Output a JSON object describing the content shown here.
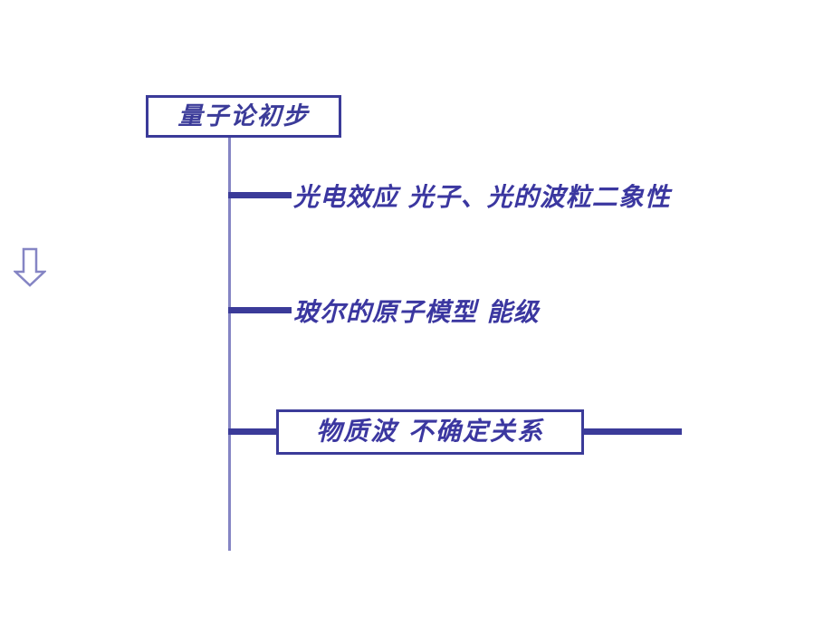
{
  "slide": {
    "title_box": {
      "label": "量子论初步"
    },
    "pointer_icon": "down-arrow-icon",
    "branches": [
      {
        "id": "photoelectric",
        "label": "光电效应 光子、光的波粒二象性",
        "boxed": false
      },
      {
        "id": "bohr-model",
        "label": "玻尔的原子模型 能级",
        "boxed": false
      },
      {
        "id": "matter-wave",
        "label": "物质波 不确定关系",
        "boxed": true
      }
    ],
    "colors": {
      "line": "#3b3b99",
      "text": "#3b37a0",
      "spine": "#8585c4",
      "arrow": "#8585c4",
      "background": "#ffffff"
    }
  }
}
